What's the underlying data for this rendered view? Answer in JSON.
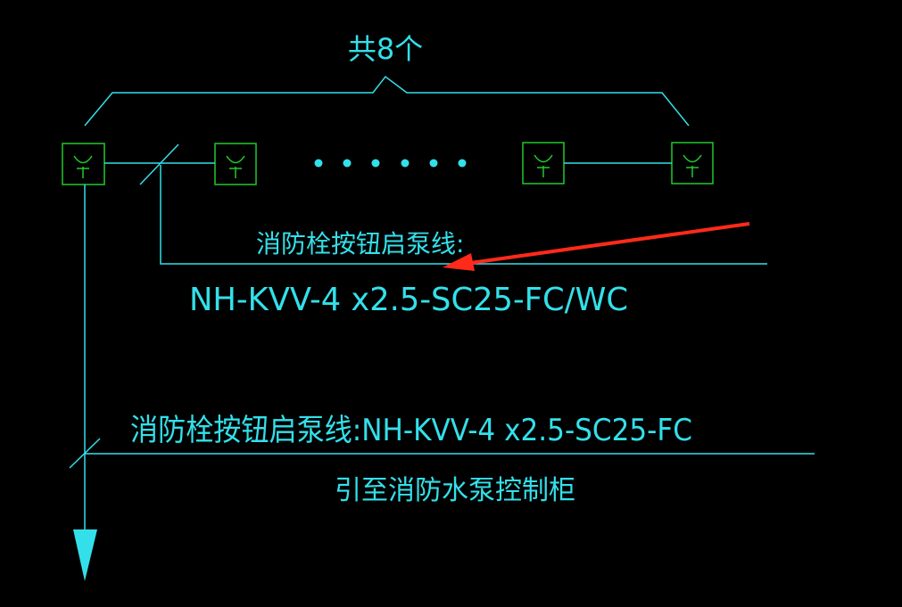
{
  "colors": {
    "background": "#000000",
    "line": "#33e0ea",
    "symbol": "#22c82e",
    "dots": "#33e0ea",
    "arrow_annotation": "#ff2a1a"
  },
  "count_label": "共8个",
  "hydrant_symbol_glyph": "Ұ",
  "ellipsis_dots": 6,
  "branch_label": {
    "line1": "消防栓按钮启泵线:",
    "line2": "NH-KVV-4 x2.5-SC25-FC/WC"
  },
  "main_label": "消防栓按钮启泵线:NH-KVV-4 x2.5-SC25-FC",
  "destination_label": "引至消防水泵控制柜",
  "icons": {
    "hydrant_button": "hydrant-button-icon",
    "down_arrow": "down-arrow-icon",
    "annotation_arrow": "red-pointer-arrow-icon"
  }
}
